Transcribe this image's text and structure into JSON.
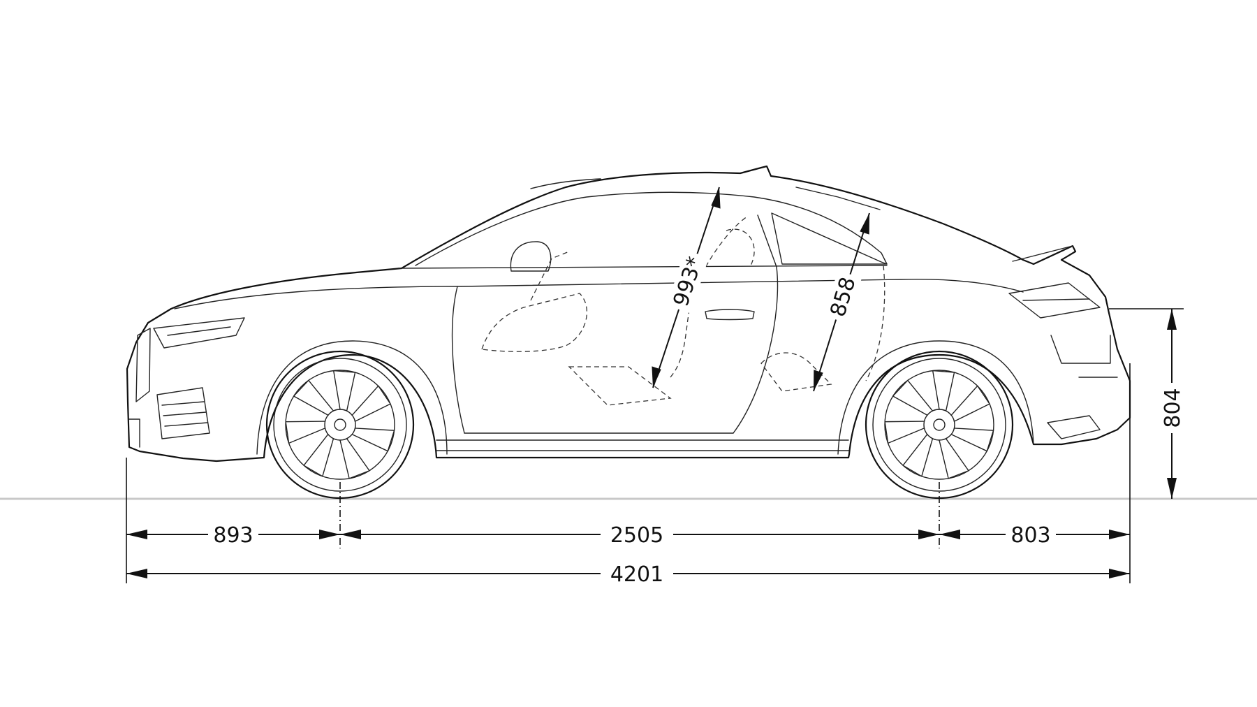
{
  "dimensions": {
    "front_overhang": "893",
    "wheelbase": "2505",
    "rear_overhang": "803",
    "overall_length": "4201",
    "trunk_height": "804",
    "front_headroom": "993*",
    "rear_headroom": "858"
  },
  "colors": {
    "line": "#111111",
    "ground": "#c8c8c8",
    "background": "#ffffff"
  }
}
